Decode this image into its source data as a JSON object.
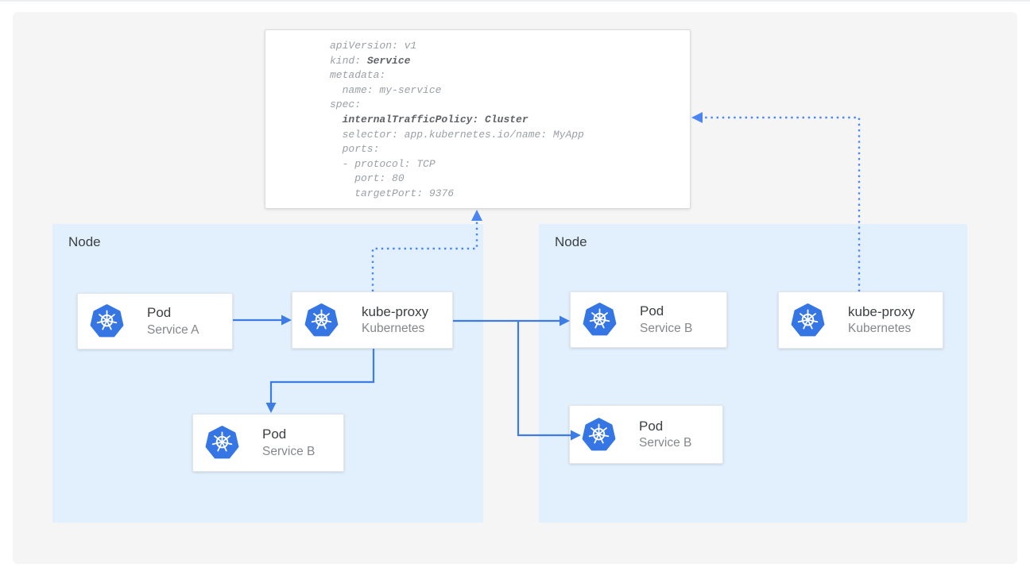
{
  "colors": {
    "arrow_blue": "#3d7be5",
    "dotted_blue": "#4a85f0",
    "node_bg": "#e1f0fc",
    "panel_bg": "#f5f5f6",
    "title_text": "#3c4043",
    "subtitle_text": "#84888d",
    "code_text": "#9aa0a6",
    "code_bold_text": "#5f6368",
    "k8s_icon_blue": "#3575e4"
  },
  "yaml_card": {
    "lines": [
      [
        {
          "t": "apiVersion: v1"
        }
      ],
      [
        {
          "t": "kind: "
        },
        {
          "t": "Service",
          "b": true
        }
      ],
      [
        {
          "t": "metadata:"
        }
      ],
      [
        {
          "t": "  name: my-service"
        }
      ],
      [
        {
          "t": "spec:"
        }
      ],
      [
        {
          "t": "  "
        },
        {
          "t": "internalTrafficPolicy: Cluster",
          "b": true
        }
      ],
      [
        {
          "t": "  selector: app.kubernetes.io/name: MyApp"
        }
      ],
      [
        {
          "t": "  ports:"
        }
      ],
      [
        {
          "t": "  - protocol: TCP"
        }
      ],
      [
        {
          "t": "    port: 80"
        }
      ],
      [
        {
          "t": "    targetPort: 9376"
        }
      ]
    ]
  },
  "nodes": [
    {
      "label": "Node"
    },
    {
      "label": "Node"
    }
  ],
  "cards": [
    {
      "id": "pod-service-a",
      "title": "Pod",
      "subtitle": "Service A",
      "icon": "kubernetes-icon"
    },
    {
      "id": "kube-proxy-left",
      "title": "kube-proxy",
      "subtitle": "Kubernetes",
      "icon": "kubernetes-icon"
    },
    {
      "id": "pod-service-b-left",
      "title": "Pod",
      "subtitle": "Service B",
      "icon": "kubernetes-icon"
    },
    {
      "id": "pod-service-b-right-top",
      "title": "Pod",
      "subtitle": "Service B",
      "icon": "kubernetes-icon"
    },
    {
      "id": "pod-service-b-right-bottom",
      "title": "Pod",
      "subtitle": "Service B",
      "icon": "kubernetes-icon"
    },
    {
      "id": "kube-proxy-right",
      "title": "kube-proxy",
      "subtitle": "Kubernetes",
      "icon": "kubernetes-icon"
    }
  ]
}
